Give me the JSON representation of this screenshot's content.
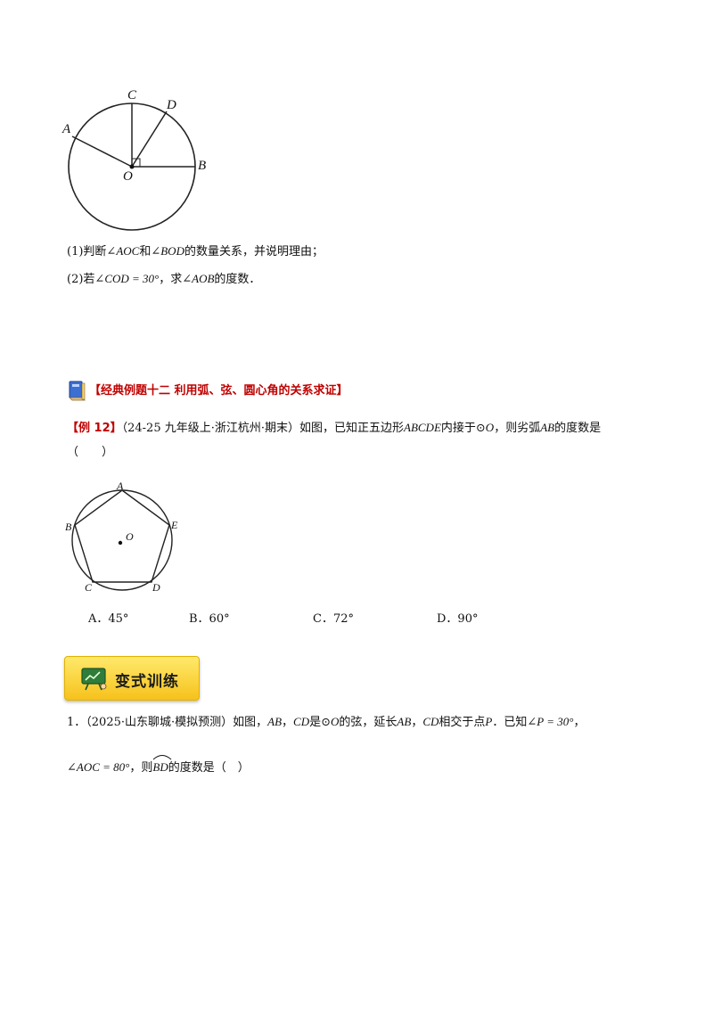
{
  "figure1": {
    "labels": {
      "C": "C",
      "D": "D",
      "A": "A",
      "B": "B",
      "O": "O"
    }
  },
  "q1": {
    "line1": {
      "prefix": "(1)判断",
      "angle1": "∠AOC",
      "mid": "和",
      "angle2": "∠BOD",
      "suffix": "的数量关系，并说明理由；"
    },
    "line2": {
      "prefix": "(2)若",
      "given": "∠COD = 30°",
      "mid": "，求",
      "target": "∠AOB",
      "suffix": "的度数．"
    }
  },
  "section": {
    "title": "【经典例题十二  利用弧、弦、圆心角的关系求证】"
  },
  "example12": {
    "tag": "【例 12】",
    "source": "（24-25 九年级上·浙江杭州·期末）如图，已知正五边形",
    "pentagon": "ABCDE",
    "text2": "内接于",
    "circle": "⊙O",
    "text3": "，则劣弧",
    "arc": "AB",
    "text4": "的度数是",
    "paren": "（　　）",
    "figure_labels": {
      "A": "A",
      "B": "B",
      "C": "C",
      "D": "D",
      "E": "E",
      "O": "O"
    },
    "options": [
      "A．45°",
      "B．60°",
      "C．72°",
      "D．90°"
    ]
  },
  "banner": {
    "label": "变式训练",
    "icon": "teacher-board-icon"
  },
  "exercise1": {
    "number": "1．",
    "source": "（2025·山东聊城·模拟预测）如图，",
    "ab": "AB",
    "comma": "，",
    "cd": "CD",
    "text1": "是",
    "circle": "⊙O",
    "text2": "的弦，延长",
    "ab2": "AB",
    "comma2": "，",
    "cd2": "CD",
    "text3": "相交于点",
    "p": "P",
    "text4": "．已知",
    "given1": "∠P = 30°",
    "text5": "，",
    "given2": "∠AOC = 80°",
    "text6": "，则",
    "arc": "BD",
    "text7": "的度数是（　）"
  }
}
